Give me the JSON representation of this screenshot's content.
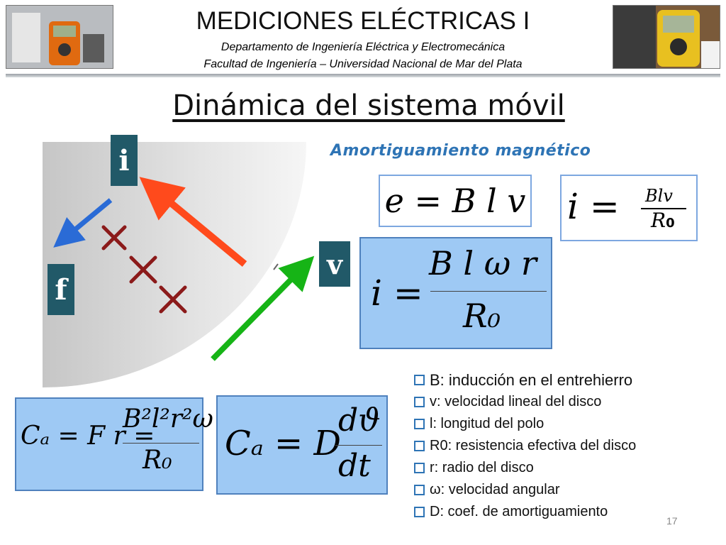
{
  "header": {
    "title": "MEDICIONES ELÉCTRICAS I",
    "department": "Departamento de Ingeniería Eléctrica y Electromecánica",
    "faculty": "Facultad de Ingeniería – Universidad Nacional de Mar del Plata"
  },
  "slide": {
    "title": "Dinámica del sistema móvil",
    "subtitle": "Amortiguamiento magnético",
    "page_number": "17"
  },
  "diagram": {
    "labels": {
      "current": "i",
      "force": "f",
      "velocity": "v"
    }
  },
  "formulas": {
    "emf": "e = B l v",
    "current_simple": {
      "lhs": "i =",
      "numerator": "Blv",
      "denominator_var": "R",
      "denominator_sub": "0"
    },
    "current_angular": {
      "lhs": "i =",
      "numerator": "B l ω r",
      "denominator": "R₀"
    },
    "torque": {
      "lhs": "Cₐ = F r =",
      "numerator": "B²l²r²ω",
      "denominator": "R₀"
    },
    "damping": {
      "lhs": "Cₐ = D",
      "numerator": "dϑ",
      "denominator": "dt"
    }
  },
  "legend": [
    "B: inducción en el entrehierro",
    "v: velocidad lineal del disco",
    "l: longitud del polo",
    "R0: resistencia efectiva del disco",
    "r: radio del disco",
    "ω: velocidad angular",
    "D: coef. de amortiguamiento"
  ],
  "colors": {
    "label_bg": "#215968",
    "subtitle": "#2e74b5",
    "formula_blue": "#9ec9f4",
    "cross_marks": "#8b1a1a",
    "arrow_current": "#ff4a1c",
    "arrow_force": "#2a6bd6",
    "arrow_velocity": "#16b416"
  }
}
